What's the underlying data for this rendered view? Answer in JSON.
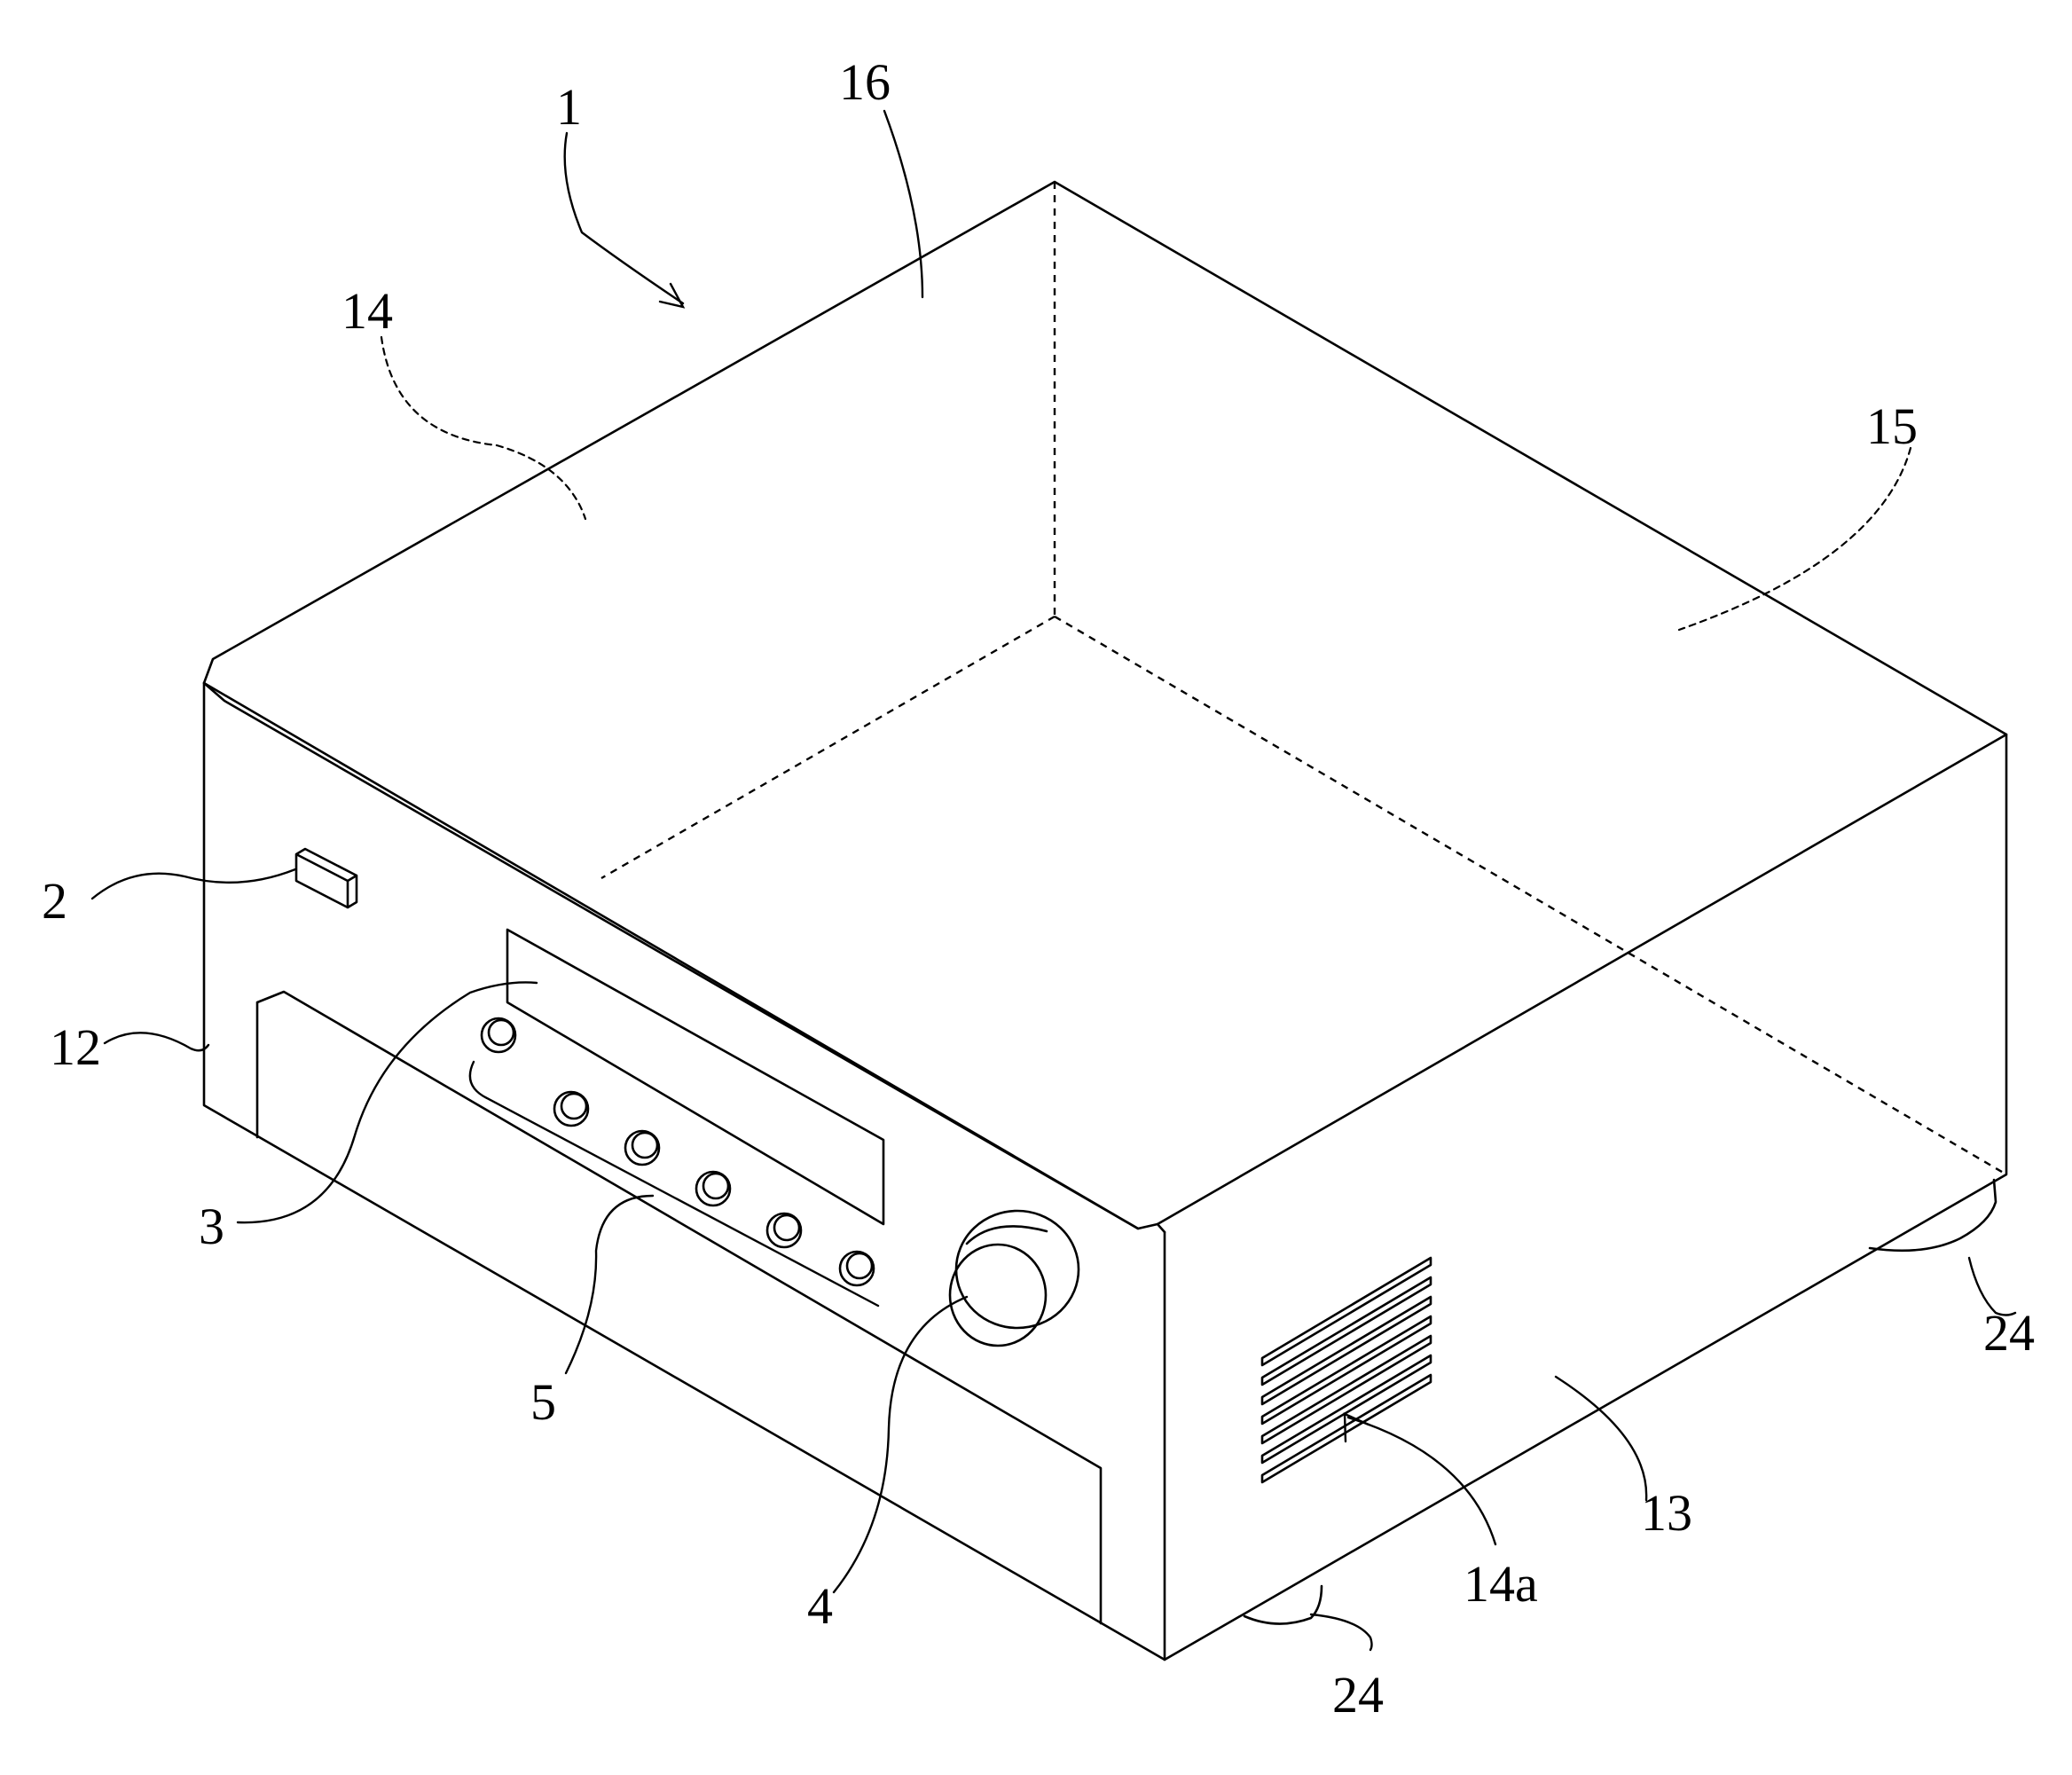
{
  "figure": {
    "labels": {
      "unit": "1",
      "top_panel": "16",
      "side_panel_left": "14",
      "side_panel_right": "15",
      "switch": "2",
      "front_panel": "12",
      "display": "3",
      "buttons": "5",
      "knob": "4",
      "side_face": "13",
      "vent": "14a",
      "foot_right": "24",
      "foot_bottom": "24"
    },
    "button_count": 6,
    "vent_slot_count": 7
  }
}
